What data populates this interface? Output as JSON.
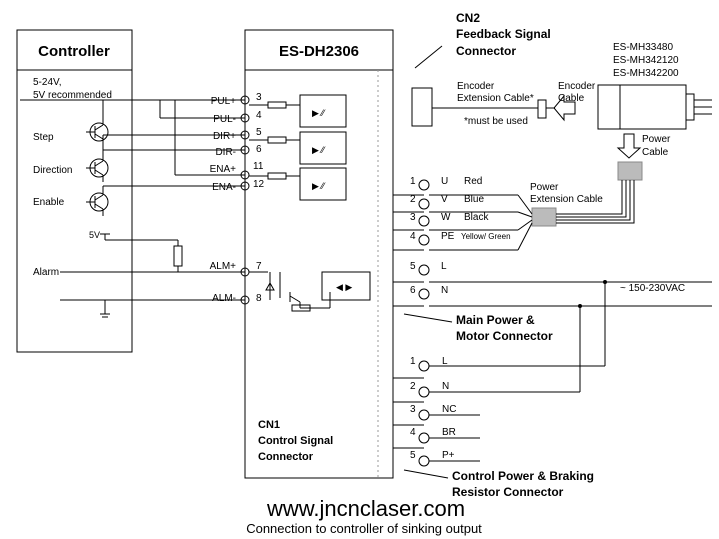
{
  "controller": {
    "title": "Controller",
    "supply_note_1": "5-24V,",
    "supply_note_2": "5V recommended",
    "signals": [
      "Step",
      "Direction",
      "Enable",
      "Alarm"
    ],
    "five_volt": "5V"
  },
  "driver": {
    "title": "ES-DH2306",
    "control_pins": [
      {
        "label": "PUL+",
        "num": "3"
      },
      {
        "label": "PUL-",
        "num": "4"
      },
      {
        "label": "DIR+",
        "num": "5"
      },
      {
        "label": "DIR-",
        "num": "6"
      },
      {
        "label": "ENA+",
        "num": "11"
      },
      {
        "label": "ENA-",
        "num": "12"
      },
      {
        "label": "ALM+",
        "num": "7"
      },
      {
        "label": "ALM-",
        "num": "8"
      }
    ],
    "cn1_title_1": "CN1",
    "cn1_title_2": "Control Signal",
    "cn1_title_3": "Connector"
  },
  "cn2": {
    "title_1": "CN2",
    "title_2": "Feedback Signal",
    "title_3": "Connector",
    "encoder_ext_1": "Encoder",
    "encoder_ext_2": "Extension Cable*",
    "must_be_used": "*must be used",
    "encoder_cable_1": "Encoder",
    "encoder_cable_2": "Cable"
  },
  "motor": {
    "models": [
      "ES-MH33480",
      "ES-MH342120",
      "ES-MH342200"
    ],
    "power_cable_1": "Power",
    "power_cable_2": "Cable",
    "power_ext_1": "Power",
    "power_ext_2": "Extension Cable"
  },
  "main_power": {
    "pins": [
      {
        "num": "1",
        "label": "U",
        "color": "Red"
      },
      {
        "num": "2",
        "label": "V",
        "color": "Blue"
      },
      {
        "num": "3",
        "label": "W",
        "color": "Black"
      },
      {
        "num": "4",
        "label": "PE",
        "color": "Yellow/ Green"
      },
      {
        "num": "5",
        "label": "L",
        "color": ""
      },
      {
        "num": "6",
        "label": "N",
        "color": ""
      }
    ],
    "ac_label": "~ 150-230VAC",
    "title_1": "Main Power &",
    "title_2": "Motor Connector"
  },
  "control_power": {
    "pins": [
      {
        "num": "1",
        "label": "L"
      },
      {
        "num": "2",
        "label": "N"
      },
      {
        "num": "3",
        "label": "NC"
      },
      {
        "num": "4",
        "label": "BR"
      },
      {
        "num": "5",
        "label": "P+"
      }
    ],
    "title_1": "Control Power & Braking",
    "title_2": "Resistor Connector"
  },
  "footer": {
    "website": "www.jncnclaser.com",
    "caption": "Connection to controller of sinking output"
  }
}
